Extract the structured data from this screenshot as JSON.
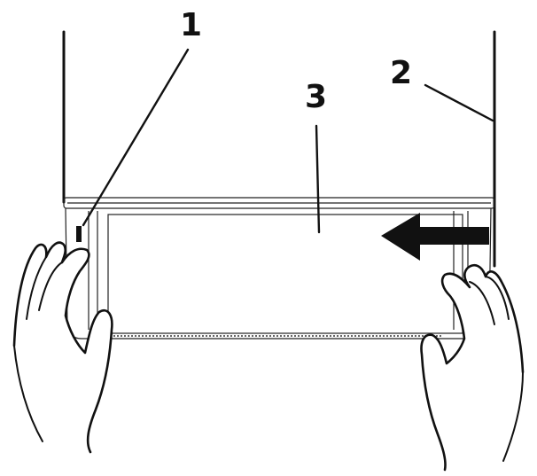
{
  "callouts": [
    {
      "id": "1",
      "label": "1",
      "target": "latch"
    },
    {
      "id": "2",
      "label": "2",
      "target": "cabinet-side-wall"
    },
    {
      "id": "3",
      "label": "3",
      "target": "drawer"
    }
  ],
  "arrow": {
    "direction": "left",
    "color": "#111111"
  },
  "colors": {
    "line": "#111111",
    "background": "#ffffff"
  }
}
